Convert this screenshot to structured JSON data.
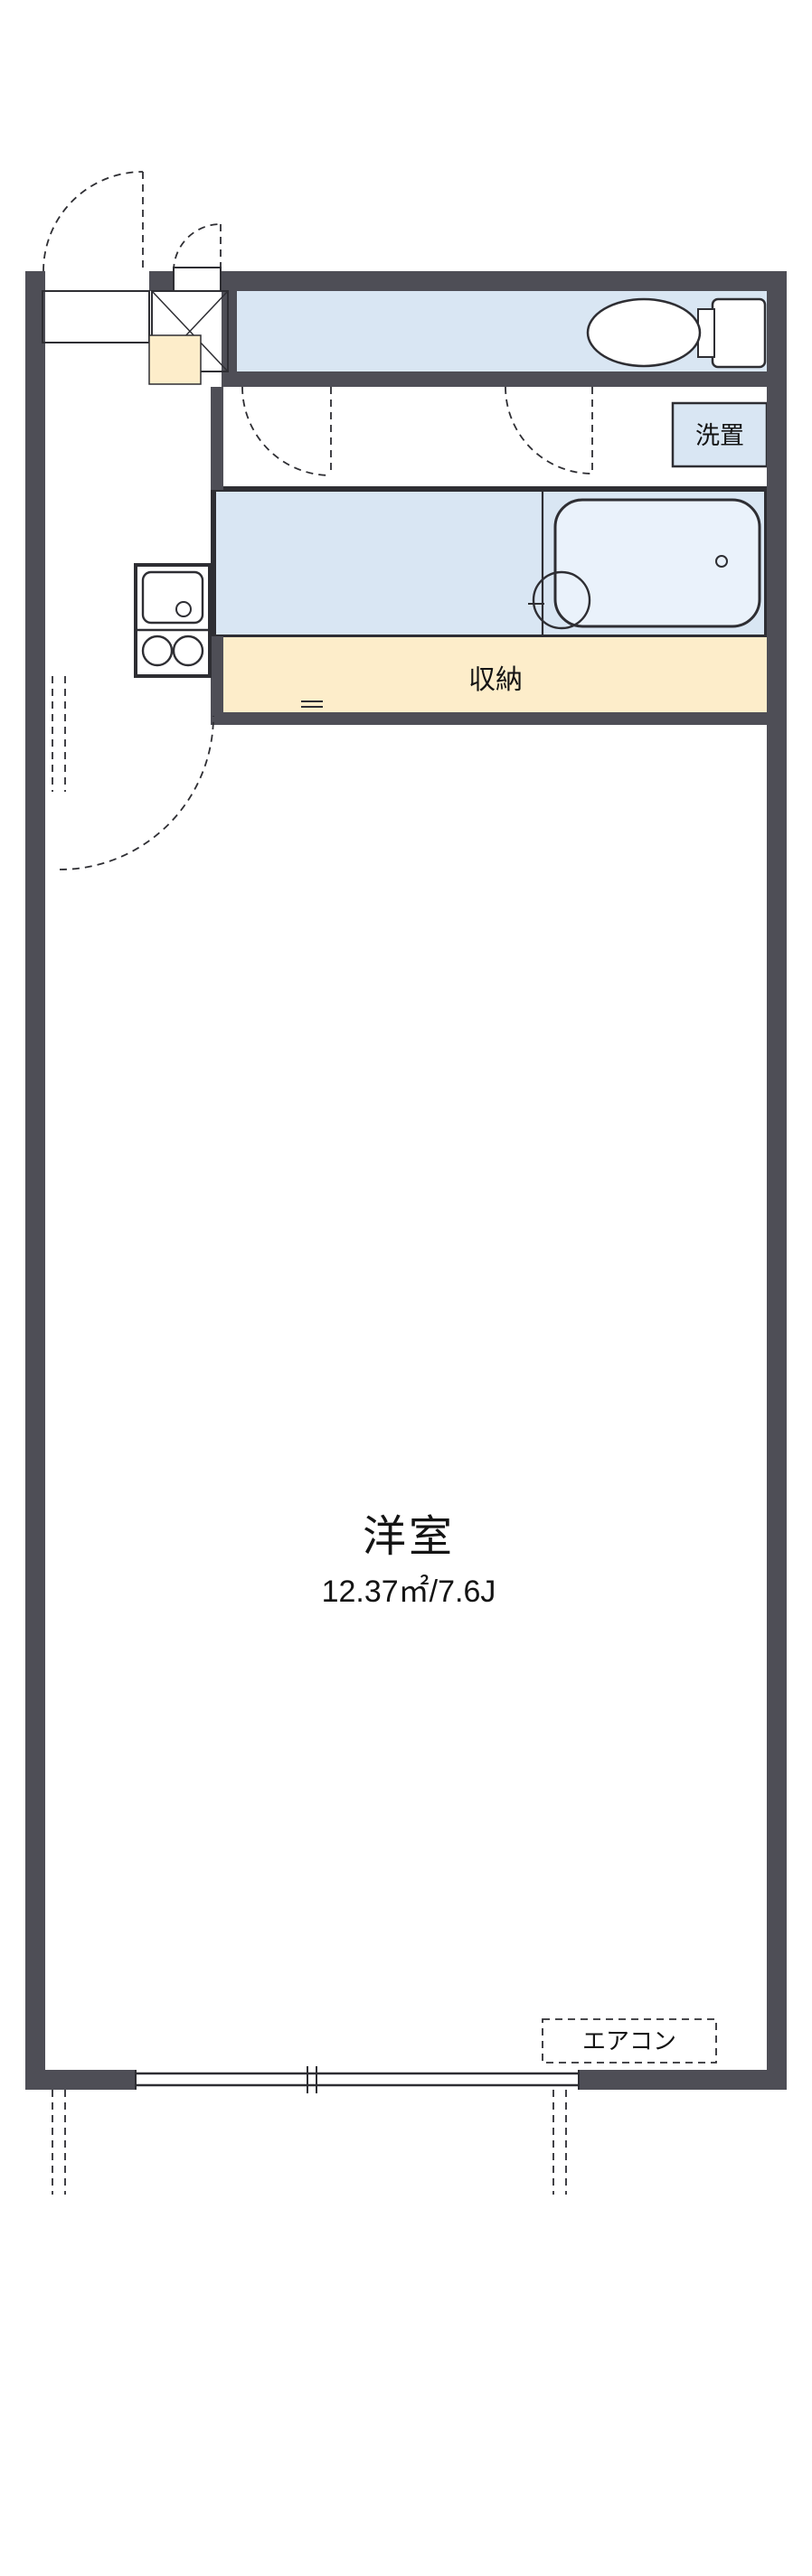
{
  "labels": {
    "western_room": "洋室",
    "western_room_area": "12.37㎡/7.6J",
    "storage": "収納",
    "washer": "洗置",
    "aircon": "エアコン"
  },
  "colors": {
    "wall": "#4e4e56",
    "water_area": "#d9e6f3",
    "storage_fill": "#fdedca",
    "outline": "#2e2e33",
    "background": "#ffffff"
  }
}
